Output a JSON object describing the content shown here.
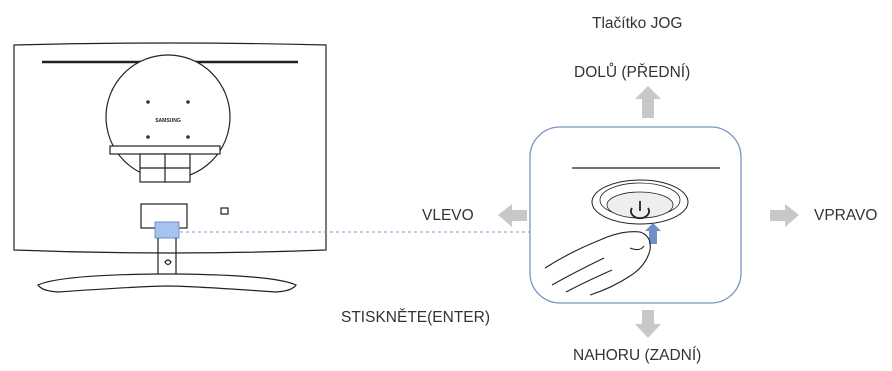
{
  "labels": {
    "title": "Tlačítko JOG",
    "up": "DOLŮ (PŘEDNÍ)",
    "left": "VLEVO",
    "right": "VPRAVO",
    "press": "STISKNĚTE(ENTER)",
    "down": "NAHORU (ZADNÍ)"
  },
  "monitor": {
    "brand": "SAMSUNG"
  },
  "colors": {
    "line": "#222222",
    "arrow": "#c8c8c8",
    "highlight": "#a6c3f0",
    "frame": "#7b92c4",
    "dashed": "#7f9ccf"
  }
}
